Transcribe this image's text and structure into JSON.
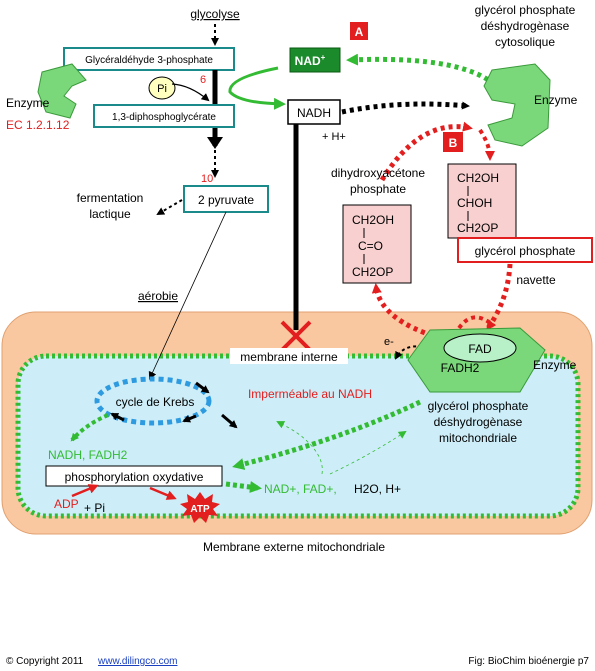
{
  "glycolysis": {
    "title": "glycolyse",
    "g3p": "Glycéraldéhyde 3-phosphate",
    "pi": "Pi",
    "step6": "6",
    "bpg": "1,3-diphosphoglycérate",
    "step10": "10",
    "pyruvate": "2 pyruvate",
    "fermentation_line1": "fermentation",
    "fermentation_line2": "lactique",
    "aerobic": "aérobie"
  },
  "enzyme_left": {
    "label": "Enzyme",
    "ec": "EC 1.2.1.12"
  },
  "cofactors": {
    "nad": "NAD",
    "nad_sup": "+",
    "nadh": "NADH",
    "hplus": "+ H+"
  },
  "markers": {
    "a": "A",
    "b": "B"
  },
  "cyto_enzyme": {
    "line1": "glycérol phosphate",
    "line2": "déshydrogènase",
    "line3": "cytosolique",
    "label": "Enzyme"
  },
  "dhap": {
    "title1": "dihydroxyacétone",
    "title2": "phosphate",
    "l1": "CH2OH",
    "l2": "C=O",
    "l3": "CH2OP"
  },
  "g3p_struct": {
    "l1": "CH2OH",
    "l2": "CHOH",
    "l3": "CH2OP",
    "label": "glycérol phosphate",
    "shuttle": "navette"
  },
  "mito": {
    "inner_membrane": "membrane interne",
    "impermeable": "Imperméable au NADH",
    "electron": "e-",
    "fad": "FAD",
    "fadh2": "FADH2",
    "enzyme": "Enzyme",
    "enzyme_line1": "glycérol phosphate",
    "enzyme_line2": "déshydrogènase",
    "enzyme_line3": "mitochondriale",
    "krebs": "cycle de Krebs",
    "nadh_fadh2": "NADH, FADH2",
    "oxphos": "phosphorylation oxydative",
    "adp": "ADP",
    "plus_pi": "+ Pi",
    "atp": "ATP",
    "products": "NAD+, FAD+,",
    "water": "H2O, H+",
    "outer_membrane": "Membrane externe mitochondriale"
  },
  "footer": {
    "copyright": "© Copyright 2011",
    "url": "www.dilingco.com",
    "fig": "Fig: BioChim bioénergie p7"
  },
  "colors": {
    "teal": "#1a8a8a",
    "green": "#33bb33",
    "red": "#e31e1e",
    "pink_fill": "#f8d0d0",
    "outer_membrane": "#f9c8a0",
    "matrix": "#cdeef8",
    "krebs_blue": "#2e9be0"
  }
}
